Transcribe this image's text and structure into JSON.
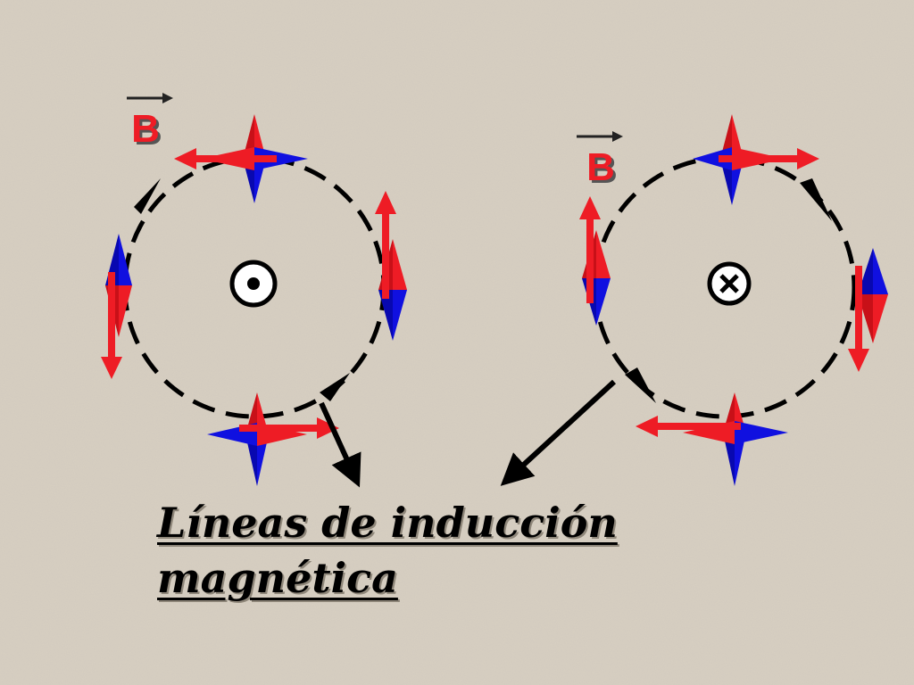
{
  "left_field": {
    "label": "B",
    "current_symbol": "dot-out-of-page",
    "field_direction": "counterclockwise"
  },
  "right_field": {
    "label": "B",
    "current_symbol": "cross-into-page",
    "field_direction": "clockwise"
  },
  "caption": {
    "line1": "Líneas de inducción",
    "line2": "magnética"
  },
  "colors": {
    "background": "#d7cfc2",
    "field_vector": "#ee1c25",
    "compass_blue": "#1010e0",
    "compass_red": "#ee1c25",
    "field_line": "#000000"
  }
}
